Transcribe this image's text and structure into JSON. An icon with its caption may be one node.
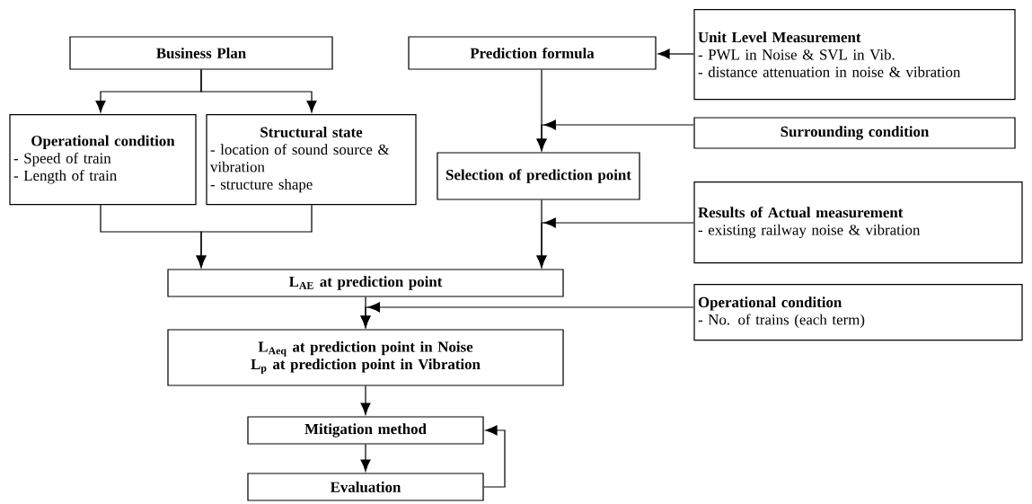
{
  "diagram": {
    "nodes": [
      {
        "text": [
          "Business Plan"
        ]
      },
      {
        "text": [
          "Operational condition",
          "- Speed of train",
          "- Length of train"
        ]
      },
      {
        "text": [
          "Structural state",
          "- location of sound source & vibration",
          "- structure shape"
        ]
      },
      {
        "text": [
          "Prediction formula"
        ]
      },
      {
        "text": [
          "Unit Level Measurement",
          "- PWL in Noise & SVL in Vib.",
          "- distance attenuation in noise & vibration"
        ]
      },
      {
        "text": [
          "Surrounding condition"
        ]
      },
      {
        "text": [
          "Selection of prediction point"
        ]
      },
      {
        "text": [
          "Results of Actual measurement",
          "- existing railway noise & vibration"
        ]
      },
      {
        "text": [
          "L$_{AE}$ at prediction point"
        ]
      },
      {
        "text": [
          "Operational condition",
          "- No. of trains (each term)"
        ]
      },
      {
        "text": [
          "L$_{Aeq}$ at prediction point in Noise",
          "L$_{p}$ at prediction point in Vibration"
        ]
      },
      {
        "text": [
          "Mitigation method"
        ]
      },
      {
        "text": [
          "Evaluation"
        ]
      }
    ],
    "edges": [
      {
        "from": 0,
        "to": 1,
        "arrow": "to"
      },
      {
        "from": 0,
        "to": 2,
        "arrow": "to"
      },
      {
        "from": 1,
        "to": 8,
        "arrow": "to"
      },
      {
        "from": 2,
        "to": 8,
        "arrow": "to"
      },
      {
        "from": 4,
        "to": 3,
        "arrow": "to"
      },
      {
        "from": 3,
        "to": 6,
        "arrow": "to"
      },
      {
        "from": 5,
        "to": 6,
        "arrow": "to"
      },
      {
        "from": 6,
        "to": 8,
        "arrow": "to"
      },
      {
        "from": 7,
        "to": 8,
        "arrow": "to"
      },
      {
        "from": 8,
        "to": 10,
        "arrow": "to"
      },
      {
        "from": 9,
        "to": 10,
        "arrow": "to"
      },
      {
        "from": 10,
        "to": 11,
        "arrow": "to"
      },
      {
        "from": 11,
        "to": 12,
        "arrow": "to"
      },
      {
        "from": 12,
        "to": 11,
        "arrow": "to"
      }
    ]
  }
}
